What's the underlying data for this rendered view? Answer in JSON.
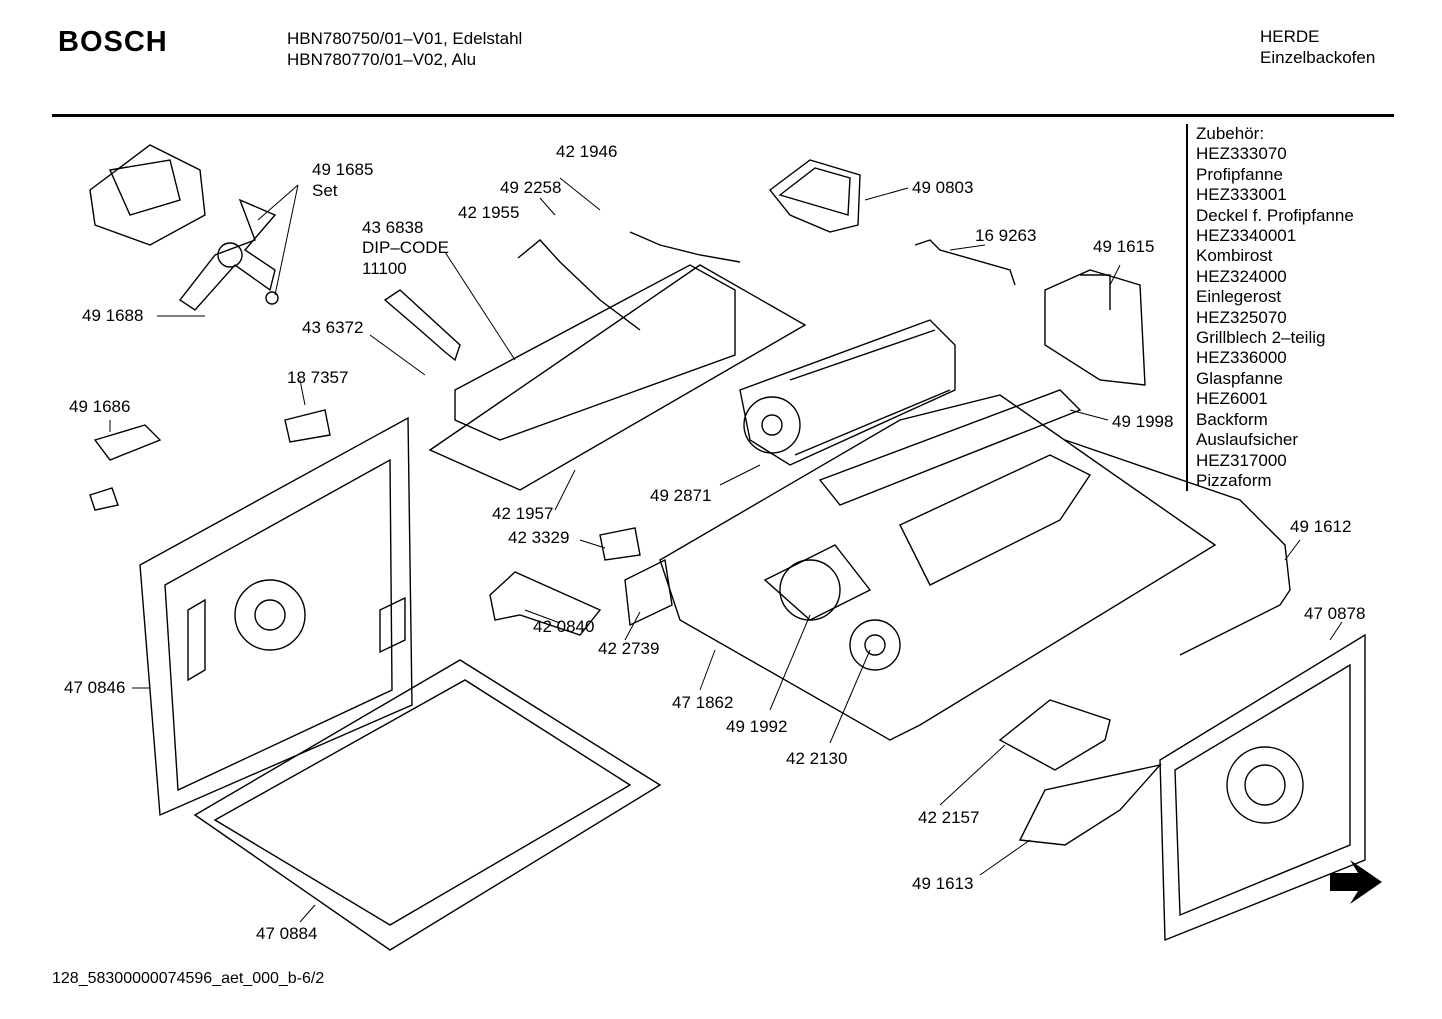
{
  "header": {
    "brand": "BOSCH",
    "model_line_1": "HBN780750/01–V01, Edelstahl",
    "model_line_2": "HBN780770/01–V02, Alu",
    "category_1": "HERDE",
    "category_2": "Einzelbackofen"
  },
  "accessories": {
    "title": "Zubehör:",
    "items": [
      "HEZ333070",
      "Profipfanne",
      "HEZ333001",
      "Deckel f. Profipfanne",
      "HEZ3340001",
      "Kombirost",
      "HEZ324000",
      "Einlegerost",
      "HEZ325070",
      "Grillblech 2–teilig",
      "HEZ336000",
      "Glaspfanne",
      "HEZ6001",
      "Backform",
      "Auslaufsicher",
      "HEZ317000",
      "Pizzaform"
    ]
  },
  "part_labels": {
    "p491685": "49 1685",
    "set": "Set",
    "p491688": "49 1688",
    "p421946": "42 1946",
    "p492258": "49 2258",
    "p421955": "42 1955",
    "p436838": "43 6838",
    "dip_code": "DIP–CODE",
    "dip_value": "11100",
    "p436372": "43 6372",
    "p490803": "49 0803",
    "p169263": "16 9263",
    "p491615": "49 1615",
    "p187357": "18 7357",
    "p491686": "49 1686",
    "p491998": "49 1998",
    "p421957": "42 1957",
    "p492871": "49 2871",
    "p423329": "42 3329",
    "p491612": "49 1612",
    "p420840": "42 0840",
    "p422739": "42 2739",
    "p470878": "47 0878",
    "p470846": "47 0846",
    "p471862": "47 1862",
    "p491992": "49 1992",
    "p422130": "42 2130",
    "p422157": "42 2157",
    "p491613": "49 1613",
    "p470884": "47 0884"
  },
  "footer": {
    "document_id": "128_58300000074596_aet_000_b-6/2"
  }
}
